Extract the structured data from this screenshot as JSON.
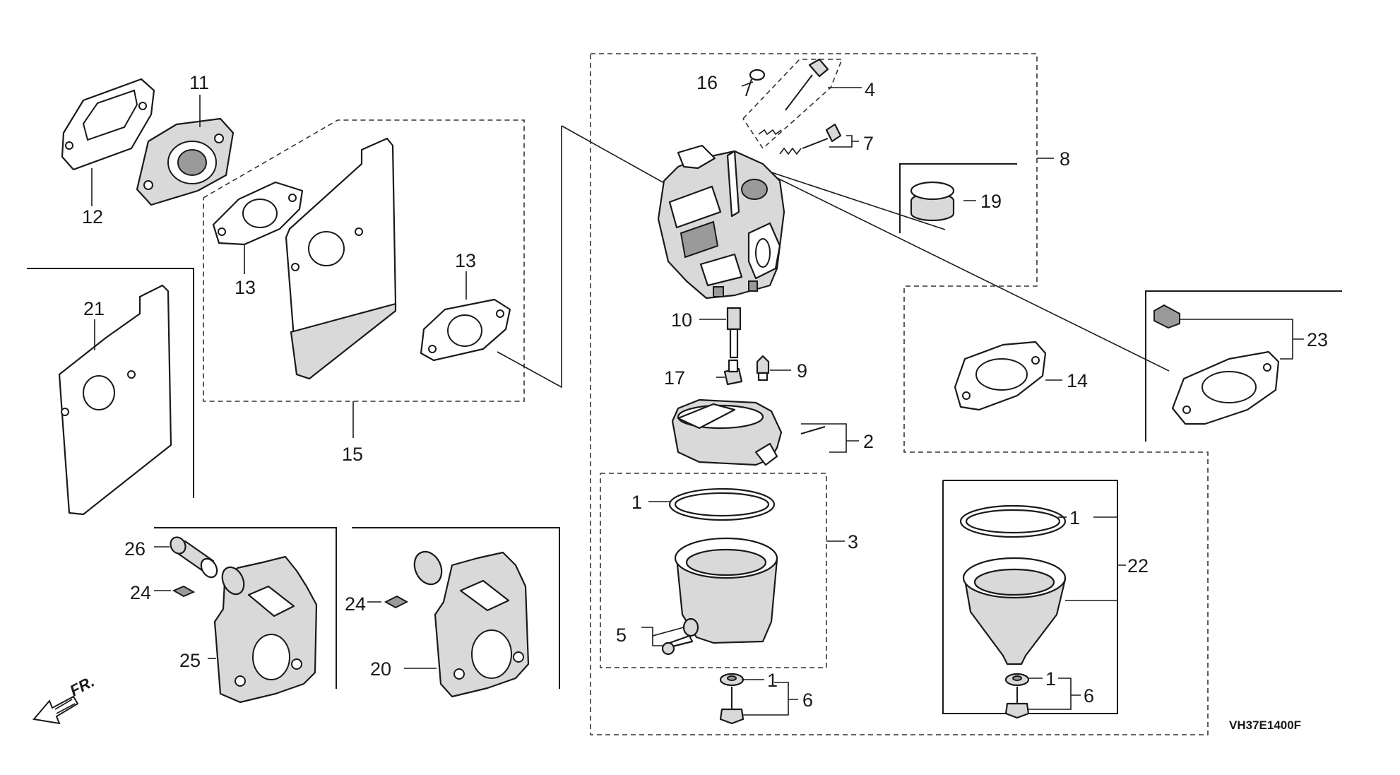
{
  "diagram": {
    "drawing_code": "VH37E1400F",
    "direction_label": "FR.",
    "callouts": {
      "c1a": "1",
      "c1b": "1",
      "c1c": "1",
      "c1d": "1",
      "c2": "2",
      "c3": "3",
      "c4": "4",
      "c5": "5",
      "c6a": "6",
      "c6b": "6",
      "c7": "7",
      "c8": "8",
      "c9": "9",
      "c10": "10",
      "c11": "11",
      "c12": "12",
      "c13a": "13",
      "c13b": "13",
      "c14": "14",
      "c15": "15",
      "c16": "16",
      "c17": "17",
      "c19": "19",
      "c20": "20",
      "c21": "21",
      "c22": "22",
      "c23": "23",
      "c24a": "24",
      "c24b": "24",
      "c25": "25",
      "c26": "26"
    }
  }
}
